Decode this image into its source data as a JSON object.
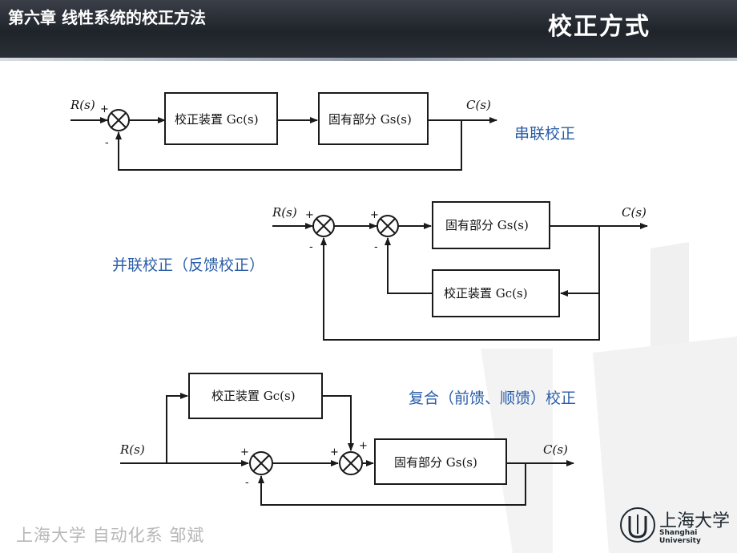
{
  "header": {
    "chapter": "第六章 线性系统的校正方法",
    "title": "校正方式"
  },
  "labels": {
    "series": "串联校正",
    "parallel": "并联校正（反馈校正）",
    "compound": "复合（前馈、顺馈）校正"
  },
  "diagram1": {
    "input": "R(s)",
    "output": "C(s)",
    "controller": "校正装置 Gc(s)",
    "plant": "固有部分 Gs(s)",
    "plus": "+",
    "minus": "-"
  },
  "diagram2": {
    "input": "R(s)",
    "output": "C(s)",
    "plant": "固有部分 Gs(s)",
    "feedback": "校正装置 Gc(s)",
    "plus": "+",
    "minus": "-"
  },
  "diagram3": {
    "input": "R(s)",
    "output": "C(s)",
    "feedforward": "校正装置 Gc(s)",
    "plant": "固有部分 Gs(s)",
    "plus": "+",
    "minus": "-"
  },
  "footer": {
    "text": "上海大学 自动化系 邹斌"
  },
  "logo": {
    "name": "上海大学",
    "english": "Shanghai University"
  },
  "colors": {
    "label_blue": "#2a5ea8",
    "header_dark": "#1f232a",
    "footer_gray": "#b7b7b7"
  }
}
